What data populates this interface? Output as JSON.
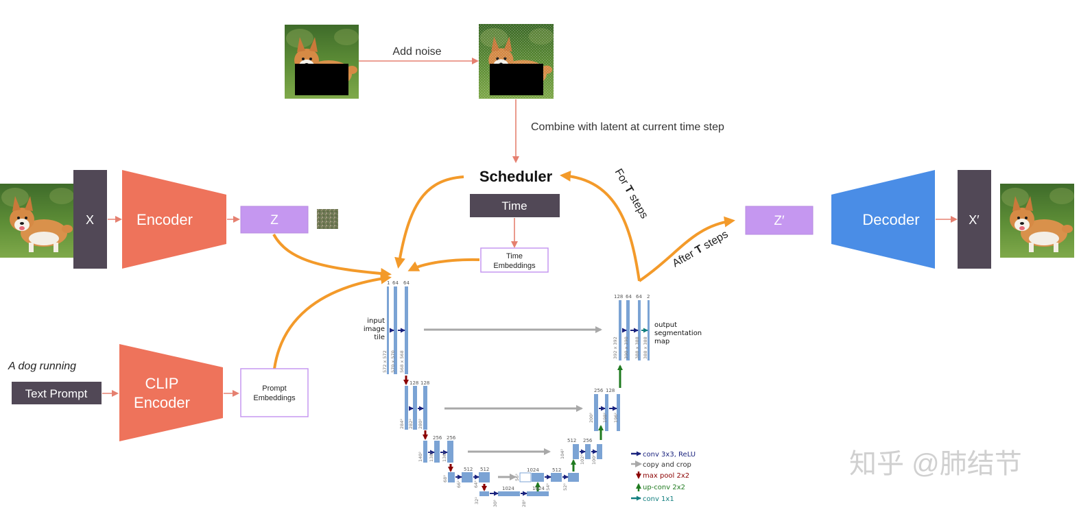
{
  "top": {
    "add_noise": "Add noise",
    "combine": "Combine with latent at current time step"
  },
  "encoder": {
    "x": "X",
    "encoder": "Encoder",
    "z": "Z"
  },
  "decoder": {
    "z_prime": "Z′",
    "decoder": "Decoder",
    "x_prime": "X′"
  },
  "scheduler": {
    "title": "Scheduler",
    "time": "Time",
    "time_embeddings_1": "Time",
    "time_embeddings_2": "Embeddings",
    "for_t_steps_pre": "For ",
    "for_t_steps_t": "T",
    "for_t_steps_post": " steps",
    "after_t_steps_pre": "After ",
    "after_t_steps_t": "T",
    "after_t_steps_post": " steps"
  },
  "clip": {
    "caption": "A dog running",
    "text_prompt": "Text Prompt",
    "clip_1": "CLIP",
    "clip_2": "Encoder",
    "prompt_1": "Prompt",
    "prompt_2": "Embeddings"
  },
  "unet": {
    "input_1": "input",
    "input_2": "image",
    "input_3": "tile",
    "output_1": "output",
    "output_2": "segmentation",
    "output_3": "map",
    "ch_in_1": "1",
    "ch_in_2": "64",
    "ch_in_3": "64",
    "ch_l2_1": "128",
    "ch_l2_2": "128",
    "ch_l3_1": "256",
    "ch_l3_2": "256",
    "ch_l4_1": "512",
    "ch_l4_2": "512",
    "ch_l5_1": "1024",
    "ch_l5_2": "1024",
    "ch_r4_1": "1024",
    "ch_r4_2": "512",
    "ch_r3_1": "512",
    "ch_r3_2": "256",
    "ch_r2_1": "256",
    "ch_r2_2": "128",
    "ch_out_1": "128",
    "ch_out_2": "64",
    "ch_out_3": "64",
    "ch_out_4": "2",
    "dim_in_1": "572 x 572",
    "dim_in_2": "570 x 570",
    "dim_in_3": "568 x 568",
    "dim_out_1": "392 x 392",
    "dim_out_2": "390 x 390",
    "dim_out_3": "388 x 388",
    "dim_out_4": "388 x 388",
    "dim_l2_1": "284²",
    "dim_l2_2": "282²",
    "dim_l2_3": "280²",
    "dim_l3_1": "140²",
    "dim_l3_2": "138²",
    "dim_l3_3": "136²",
    "dim_l4_1": "68²",
    "dim_l4_2": "66²",
    "dim_l4_3": "64²",
    "dim_l5_1": "32²",
    "dim_l5_2": "30²",
    "dim_l5_3": "28²",
    "dim_r4_1": "56²",
    "dim_r4_2": "54²",
    "dim_r4_3": "52²",
    "dim_r3_1": "104²",
    "dim_r3_2": "102²",
    "dim_r3_3": "100²",
    "dim_r2_1": "200²",
    "dim_r2_2": "198²",
    "dim_r2_3": "196²"
  },
  "legend": {
    "conv": "conv 3x3, ReLU",
    "copy": "copy and crop",
    "pool": "max pool 2x2",
    "upconv": "up-conv 2x2",
    "conv1": "conv 1x1"
  },
  "watermark": "知乎 @肺结节",
  "colors": {
    "orange_arrow": "#F39A2A",
    "salmon_block": "#EE735B",
    "purple_block": "#C597F0",
    "purple_border": "#B88BE0",
    "dark_block": "#514856",
    "blue_block": "#4A8DE6",
    "unet_blue": "#7BA3D4",
    "thin_arrow": "#E58070",
    "navy": "#1A237E",
    "legend_red": "#8B0000",
    "legend_green": "#1F7A1F",
    "legend_teal": "#127F7F"
  },
  "icons": {
    "dog": "dog-photo-icon",
    "noise_thumb": "latent-noise-thumbnail"
  }
}
